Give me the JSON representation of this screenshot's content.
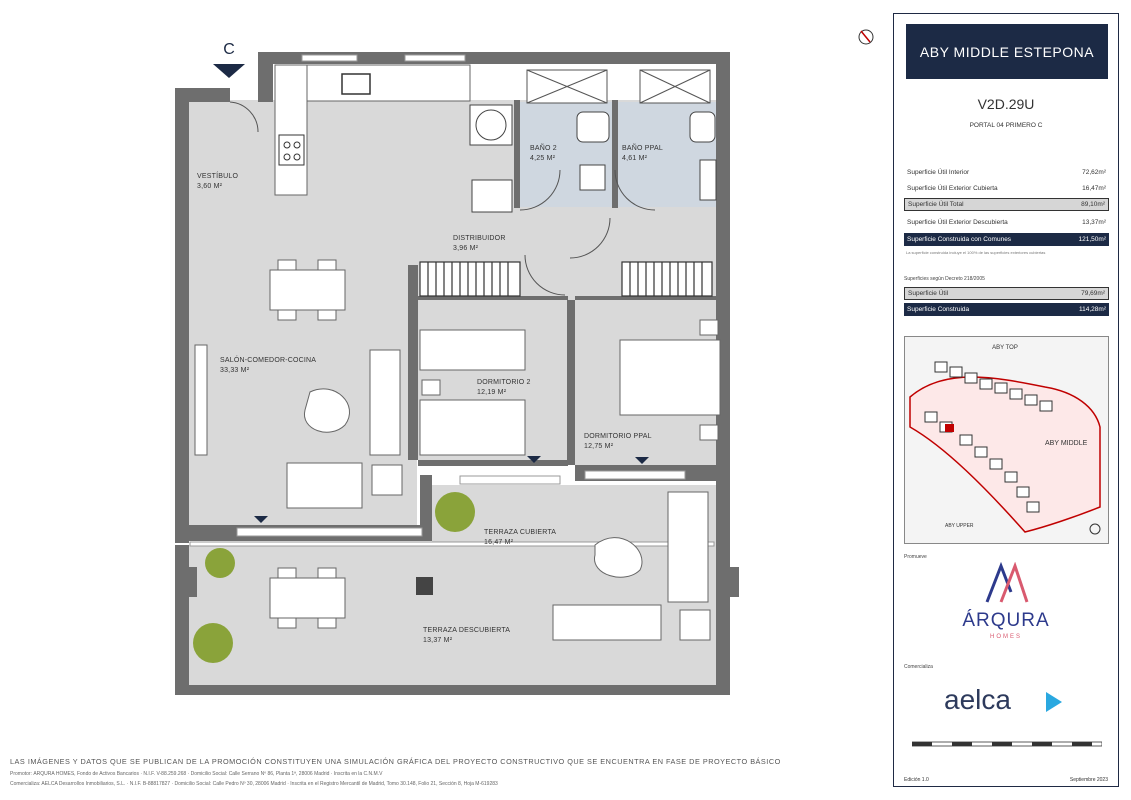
{
  "plan": {
    "orientation_letter": "C",
    "rooms": [
      {
        "id": "vestibulo",
        "name": "VESTÍBULO",
        "area": "3,60 m²"
      },
      {
        "id": "distribuidor",
        "name": "DISTRIBUIDOR",
        "area": "3,96 m²"
      },
      {
        "id": "bano2",
        "name": "BAÑO 2",
        "area": "4,25 m²"
      },
      {
        "id": "banoppal",
        "name": "BAÑO PPAL",
        "area": "4,61 m²"
      },
      {
        "id": "salon",
        "name": "SALÓN-COMEDOR-COCINA",
        "area": "33,33 m²"
      },
      {
        "id": "dorm2",
        "name": "DORMITORIO 2",
        "area": "12,19 m²"
      },
      {
        "id": "dormppal",
        "name": "DORMITORIO PPAL",
        "area": "12,75 m²"
      },
      {
        "id": "terrazacub",
        "name": "TERRAZA CUBIERTA",
        "area": "16,47 m²"
      },
      {
        "id": "terrazadesc",
        "name": "TERRAZA DESCUBIERTA",
        "area": "13,37 m²"
      }
    ]
  },
  "disclaimer": "LAS IMÁGENES Y DATOS QUE SE PUBLICAN DE LA PROMOCIÓN CONSTITUYEN UNA SIMULACIÓN GRÁFICA DEL PROYECTO CONSTRUCTIVO QUE SE ENCUENTRA EN FASE DE PROYECTO BÁSICO",
  "developer_lines": [
    "Promotor: ÁRQURA HOMES, Fondo de Activos Bancarios · N.I.F. V-88.259.268 · Domicilio Social: Calle Serrano Nº 86, Planta 1ª, 28006 Madrid · Inscrita en la C.N.M.V",
    "Comercializa: AELCA Desarrollos Inmobiliarios, S.L. · N.I.F. B-88817827 · Domicilio Social: Calle Pedro Nº 30, 28006 Madrid · Inscrita en el Registro Mercantil de Madrid, Tomo 30.148, Folio 21, Sección 8, Hoja M-619283"
  ],
  "panel": {
    "title": "ABY MIDDLE ESTEPONA",
    "unit_code": "V2D.29U",
    "portal": "PORTAL 04 PRIMERO C",
    "rows": [
      {
        "label": "Superficie Útil Interior",
        "value": "72,62m²",
        "style": "plain"
      },
      {
        "label": "Superficie Útil Exterior Cubierta",
        "value": "16,47m²",
        "style": "plain"
      },
      {
        "label": "Superficie Útil Total",
        "value": "89,10m²",
        "style": "gray"
      },
      {
        "label": "Superficie Útil Exterior Descubierta",
        "value": "13,37m²",
        "style": "plain"
      },
      {
        "label": "Superficie Construida con Comunes",
        "value": "121,50m²",
        "style": "dark"
      }
    ],
    "note": "La superficie construida incluye el 100% de las superficies exteriores cubiertas",
    "decree_title": "Superficies según Decreto 218/2005",
    "decree_rows": [
      {
        "label": "Superficie Útil",
        "value": "79,69m²",
        "style": "gray"
      },
      {
        "label": "Superficie Construida",
        "value": "114,28m²",
        "style": "dark"
      }
    ],
    "map_labels": {
      "top": "ABY TOP",
      "middle": "ABY MIDDLE",
      "upper": "ABY UPPER"
    },
    "promoter_label": "Promueve",
    "promoter_name": "ÁRQURA",
    "promoter_sub": "HOMES",
    "marketer_label": "Comercializa",
    "marketer_name": "aelca",
    "edition": "Edición 1.0",
    "date": "Septiembre 2023"
  },
  "colors": {
    "navy": "#1c2a45",
    "floor": "#d9d9d9",
    "wall": "#6e6e6e",
    "bath": "#cfd7e0",
    "plant": "#8aa33a",
    "red": "#c00000"
  }
}
